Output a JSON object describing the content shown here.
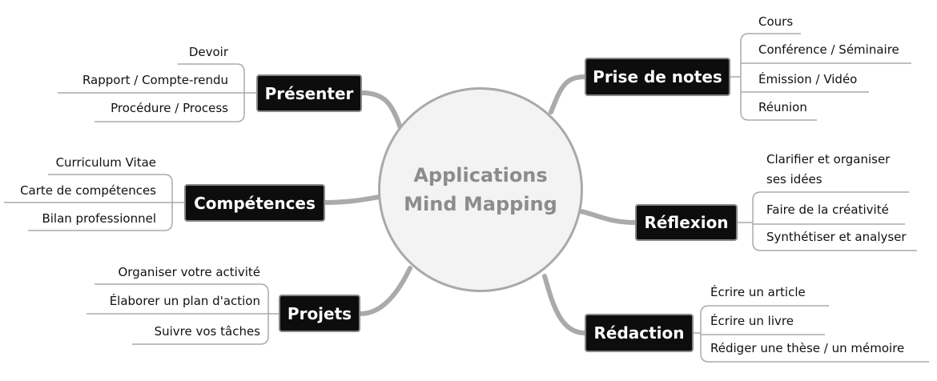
{
  "center": {
    "line1": "Applications",
    "line2": "Mind Mapping"
  },
  "topics": {
    "presenter": {
      "label": "Présenter",
      "leaves": [
        "Devoir",
        "Rapport / Compte-rendu",
        "Procédure / Process"
      ]
    },
    "competences": {
      "label": "Compétences",
      "leaves": [
        "Curriculum Vitae",
        "Carte de compétences",
        "Bilan professionnel"
      ]
    },
    "projets": {
      "label": "Projets",
      "leaves": [
        "Organiser votre activité",
        "Élaborer un plan d'action",
        "Suivre vos tâches"
      ]
    },
    "prise": {
      "label": "Prise de notes",
      "leaves": [
        "Cours",
        "Conférence / Séminaire",
        "Émission / Vidéo",
        "Réunion"
      ]
    },
    "reflexion": {
      "label": "Réflexion",
      "leaves": [
        "Clarifier et organiser",
        "ses idées",
        "Faire de la créativité",
        "Synthétiser et analyser"
      ]
    },
    "redaction": {
      "label": "Rédaction",
      "leaves": [
        "Écrire un article",
        "Écrire un livre",
        "Rédiger une thèse / un mémoire"
      ]
    }
  }
}
